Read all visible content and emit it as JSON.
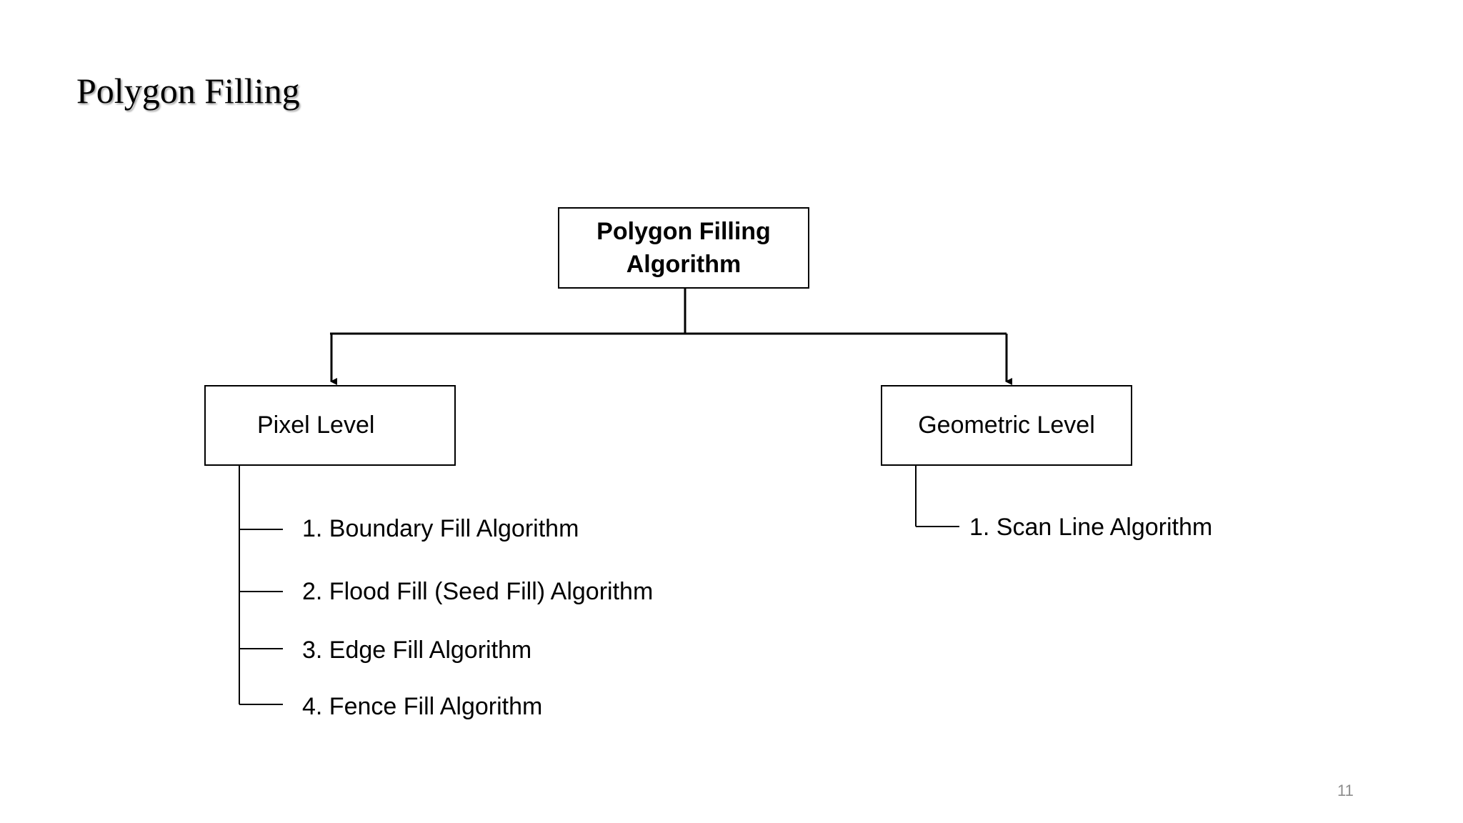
{
  "title": "Polygon Filling",
  "root": {
    "label": "Polygon Filling Algorithm"
  },
  "pixel_level": {
    "label": "Pixel Level",
    "items": [
      "1. Boundary Fill Algorithm",
      "2. Flood Fill (Seed Fill) Algorithm",
      "3. Edge Fill Algorithm",
      "4. Fence Fill Algorithm"
    ]
  },
  "geometric_level": {
    "label": "Geometric Level",
    "items": [
      "1. Scan Line Algorithm"
    ]
  },
  "page_number": "11",
  "colors": {
    "line": "#000000",
    "page_number": "#8c8c8c",
    "background": "#ffffff"
  }
}
